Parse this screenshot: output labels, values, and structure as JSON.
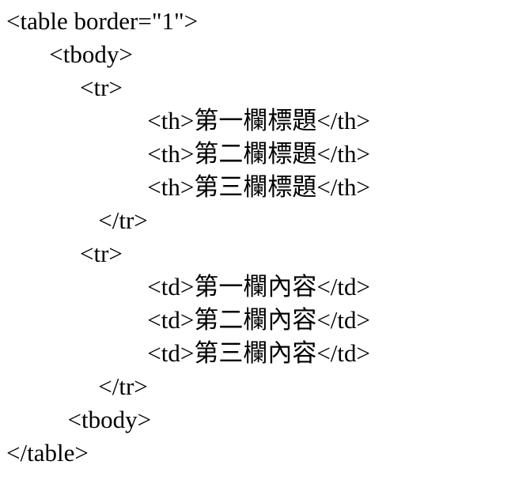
{
  "page": {
    "background_color": "#ffffff",
    "text_color": "#000000",
    "content_type": "html-source-code-listing"
  },
  "code": {
    "language": "html",
    "lines": [
      "<table border=\"1\">",
      "       <tbody>",
      "            <tr>",
      "                       <th>第一欄標題</th>",
      "                       <th>第二欄標題</th>",
      "                       <th>第三欄標題</th>",
      "               </tr>",
      "            <tr>",
      "                       <td>第一欄內容</td>",
      "                       <td>第二欄內容</td>",
      "                       <td>第三欄內容</td>",
      "               </tr>",
      "          <tbody>",
      "</table>"
    ]
  }
}
